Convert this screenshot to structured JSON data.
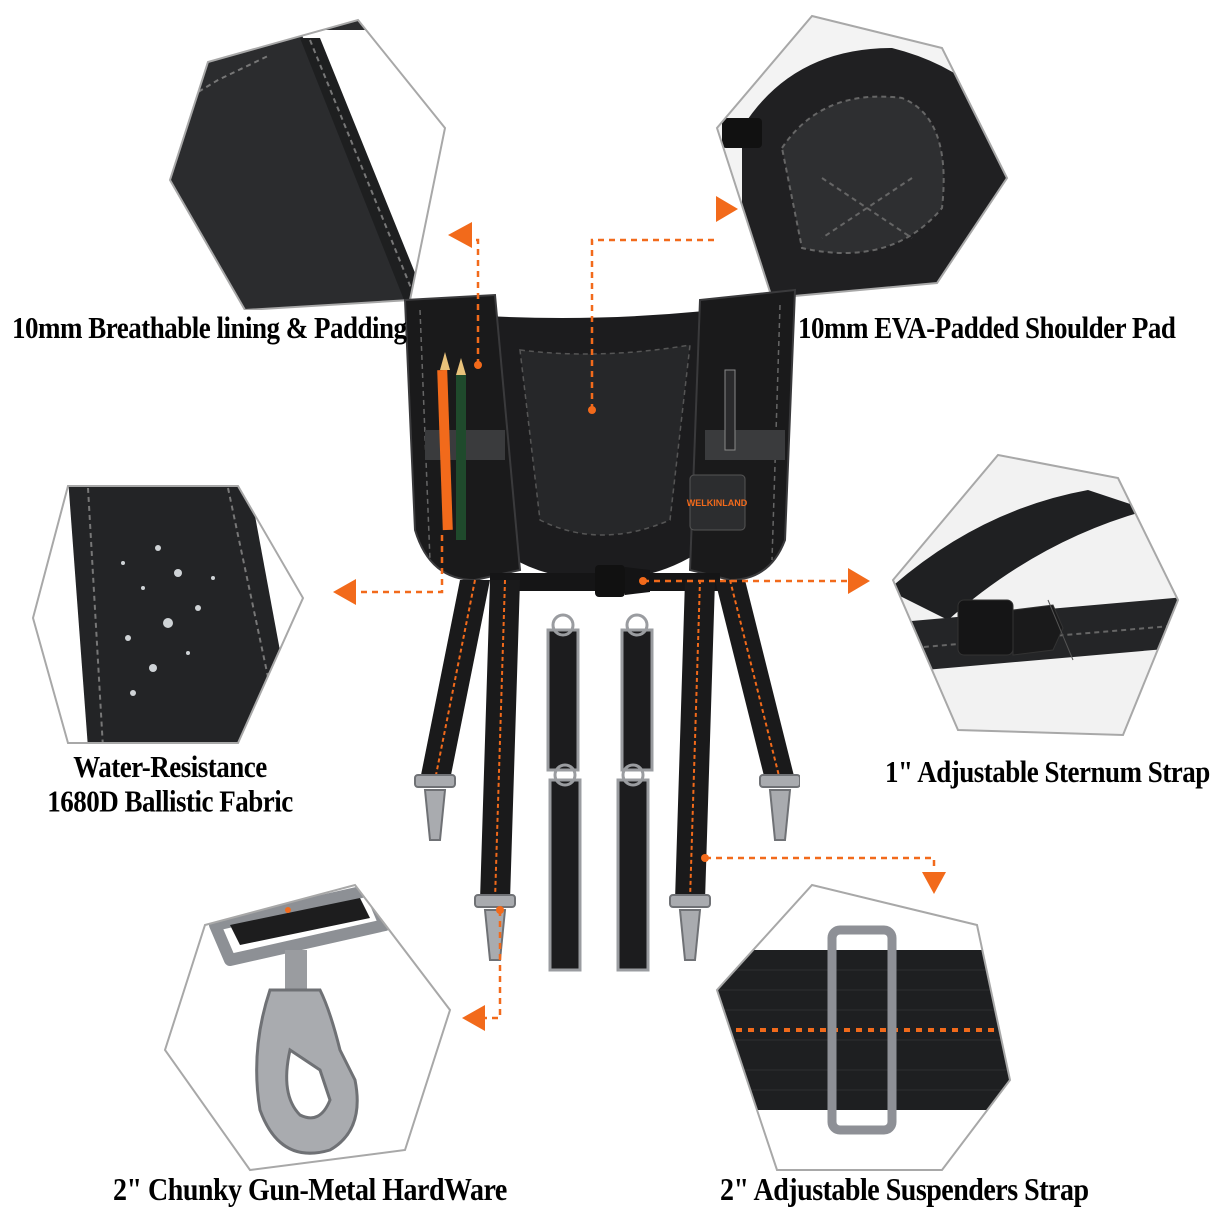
{
  "brand": "WELKINLAND",
  "colors": {
    "accent_orange": "#f26a1b",
    "strap_black": "#1a1a1c",
    "hex_border": "#a8a8a8",
    "hardware_silver": "#9c9ea3"
  },
  "features": [
    {
      "id": "lining",
      "label": "10mm Breathable lining & Padding",
      "position": "top-left",
      "detail_image": "padded strap lining close-up"
    },
    {
      "id": "shoulder_pad",
      "label": "10mm EVA-Padded Shoulder Pad",
      "position": "top-right",
      "detail_image": "shoulder pad back panel close-up"
    },
    {
      "id": "fabric",
      "label_lines": [
        "Water-Resistance",
        "1680D Ballistic Fabric"
      ],
      "position": "middle-left",
      "detail_image": "fabric with water droplets"
    },
    {
      "id": "sternum",
      "label": "1\" Adjustable Sternum Strap",
      "position": "middle-right",
      "detail_image": "side-release buckle on strap"
    },
    {
      "id": "hardware",
      "label": "2\" Chunky Gun-Metal HardWare",
      "position": "bottom-left",
      "detail_image": "swivel snap hook close-up"
    },
    {
      "id": "suspender_strap",
      "label": "2\" Adjustable Suspenders Strap",
      "position": "bottom-right",
      "detail_image": "strap with slider buckle and orange stitching"
    }
  ],
  "product": {
    "name": "Tool belt suspenders harness",
    "loops_count": 4
  }
}
